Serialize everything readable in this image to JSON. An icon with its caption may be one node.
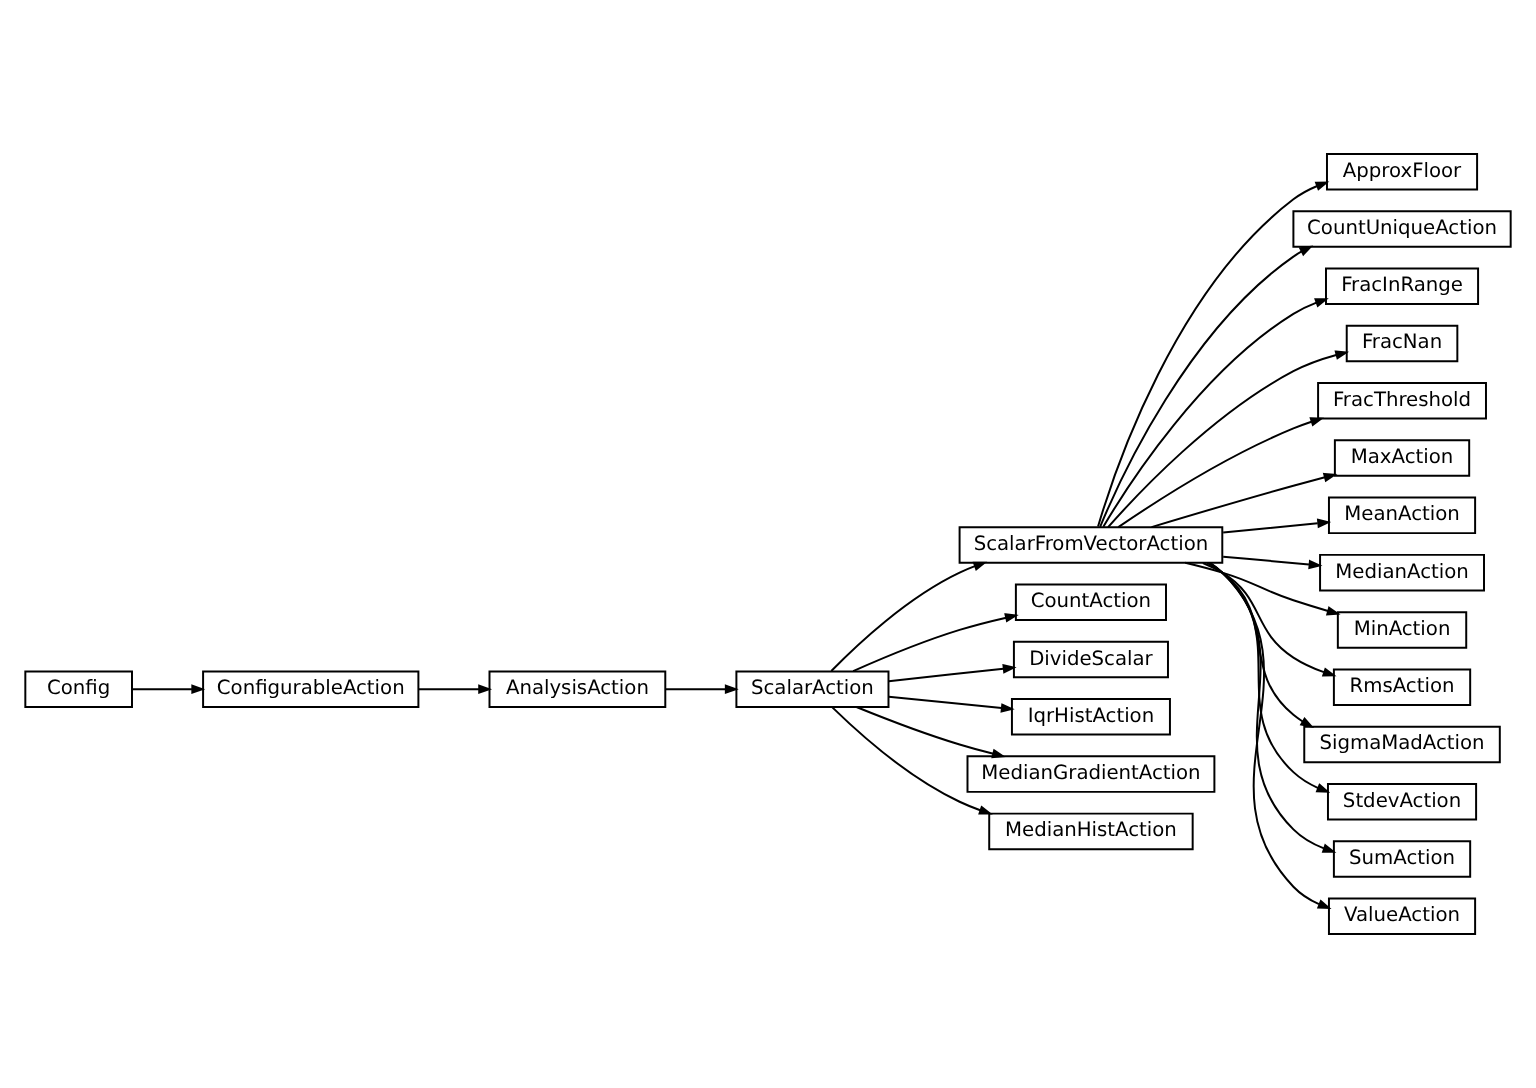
{
  "diagram": {
    "nodes": [
      {
        "text": [
          "Config"
        ]
      },
      {
        "text": [
          "ConfigurableAction"
        ]
      },
      {
        "text": [
          "AnalysisAction"
        ]
      },
      {
        "text": [
          "ScalarAction"
        ]
      },
      {
        "text": [
          "ScalarFromVectorAction"
        ]
      },
      {
        "text": [
          "CountAction"
        ]
      },
      {
        "text": [
          "DivideScalar"
        ]
      },
      {
        "text": [
          "IqrHistAction"
        ]
      },
      {
        "text": [
          "MedianGradientAction"
        ]
      },
      {
        "text": [
          "MedianHistAction"
        ]
      },
      {
        "text": [
          "ApproxFloor"
        ]
      },
      {
        "text": [
          "CountUniqueAction"
        ]
      },
      {
        "text": [
          "FracInRange"
        ]
      },
      {
        "text": [
          "FracNan"
        ]
      },
      {
        "text": [
          "FracThreshold"
        ]
      },
      {
        "text": [
          "MaxAction"
        ]
      },
      {
        "text": [
          "MeanAction"
        ]
      },
      {
        "text": [
          "MedianAction"
        ]
      },
      {
        "text": [
          "MinAction"
        ]
      },
      {
        "text": [
          "RmsAction"
        ]
      },
      {
        "text": [
          "SigmaMadAction"
        ]
      },
      {
        "text": [
          "StdevAction"
        ]
      },
      {
        "text": [
          "SumAction"
        ]
      },
      {
        "text": [
          "ValueAction"
        ]
      }
    ],
    "edges": [
      {
        "from": 0,
        "to": 1,
        "arrow": "to"
      },
      {
        "from": 1,
        "to": 2,
        "arrow": "to"
      },
      {
        "from": 2,
        "to": 3,
        "arrow": "to"
      },
      {
        "from": 3,
        "to": 4,
        "arrow": "to"
      },
      {
        "from": 3,
        "to": 5,
        "arrow": "to"
      },
      {
        "from": 3,
        "to": 6,
        "arrow": "to"
      },
      {
        "from": 3,
        "to": 7,
        "arrow": "to"
      },
      {
        "from": 3,
        "to": 8,
        "arrow": "to"
      },
      {
        "from": 3,
        "to": 9,
        "arrow": "to"
      },
      {
        "from": 4,
        "to": 10,
        "arrow": "to"
      },
      {
        "from": 4,
        "to": 11,
        "arrow": "to"
      },
      {
        "from": 4,
        "to": 12,
        "arrow": "to"
      },
      {
        "from": 4,
        "to": 13,
        "arrow": "to"
      },
      {
        "from": 4,
        "to": 14,
        "arrow": "to"
      },
      {
        "from": 4,
        "to": 15,
        "arrow": "to"
      },
      {
        "from": 4,
        "to": 16,
        "arrow": "to"
      },
      {
        "from": 4,
        "to": 17,
        "arrow": "to"
      },
      {
        "from": 4,
        "to": 18,
        "arrow": "to"
      },
      {
        "from": 4,
        "to": 19,
        "arrow": "to"
      },
      {
        "from": 4,
        "to": 20,
        "arrow": "to"
      },
      {
        "from": 4,
        "to": 21,
        "arrow": "to"
      },
      {
        "from": 4,
        "to": 22,
        "arrow": "to"
      },
      {
        "from": 4,
        "to": 23,
        "arrow": "to"
      }
    ]
  }
}
